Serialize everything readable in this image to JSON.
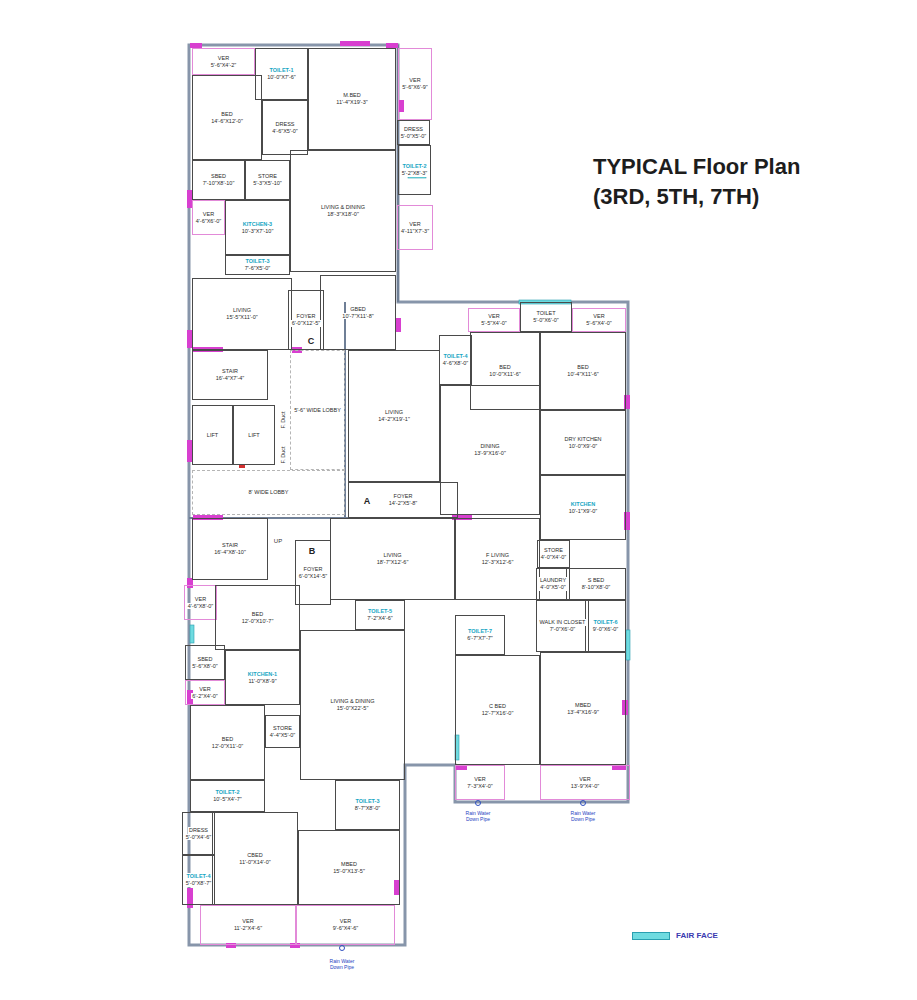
{
  "diagram": {
    "title": "TYPICAL Floor Plan (3RD, 5TH, 7TH)",
    "nodes": [
      {
        "text": [
          "VER",
          "5'-6\"X4'-2\""
        ]
      },
      {
        "text": [
          "TOILET-1",
          "10'-0\"X7'-6\""
        ]
      },
      {
        "text": [
          "M.BED",
          "11'-4\"X19'-3\""
        ]
      },
      {
        "text": [
          "VER",
          "5'-6\"X6'-9\""
        ]
      },
      {
        "text": [
          "BED",
          "14'-6\"X12'-0\""
        ]
      },
      {
        "text": [
          "DRESS",
          "4'-6\"X5'-0\""
        ]
      },
      {
        "text": [
          "DRESS",
          "5'-0\"X5'-0\""
        ]
      },
      {
        "text": [
          "TOILET-2",
          "5'-2\"X8'-3\""
        ]
      },
      {
        "text": [
          "SBED",
          "7'-10\"X8'-10\""
        ]
      },
      {
        "text": [
          "STORE",
          "5'-3\"X5'-10\""
        ]
      },
      {
        "text": [
          "LIVING & DINING",
          "18'-3\"X18'-0\""
        ]
      },
      {
        "text": [
          "VER",
          "4'-6\"X6'-0\""
        ]
      },
      {
        "text": [
          "KITCHEN-3",
          "10'-3\"X7'-10\""
        ]
      },
      {
        "text": [
          "VER",
          "4'-11\"X7'-3\""
        ]
      },
      {
        "text": [
          "TOILET-3",
          "7'-6\"X5'-0\""
        ]
      },
      {
        "text": [
          "LIVING",
          "15'-5\"X11'-0\""
        ]
      },
      {
        "text": [
          "FOYER",
          "6'-0\"X12'-5\""
        ]
      },
      {
        "text": [
          "GBED",
          "10'-7\"X11'-8\""
        ]
      },
      {
        "text": [
          "STAIR",
          "16'-4\"X7'-4\""
        ]
      },
      {
        "text": [
          "LIFT"
        ]
      },
      {
        "text": [
          "LIFT"
        ]
      },
      {
        "text": [
          "5'-6\" WIDE LOBBY"
        ]
      },
      {
        "text": [
          "8' WIDE LOBBY"
        ]
      },
      {
        "text": [
          "STAIR",
          "16'-4\"X8'-10\""
        ]
      },
      {
        "text": [
          "VER",
          "5'-5\"X4'-0\""
        ]
      },
      {
        "text": [
          "TOILET",
          "5'-0\"X6'-0\""
        ]
      },
      {
        "text": [
          "VER",
          "5'-6\"X4'-0\""
        ]
      },
      {
        "text": [
          "TOILET-4",
          "4'-6\"X8'-0\""
        ]
      },
      {
        "text": [
          "BED",
          "10'-0\"X11'-6\""
        ]
      },
      {
        "text": [
          "BED",
          "10'-4\"X11'-6\""
        ]
      },
      {
        "text": [
          "LIVING",
          "14'-2\"X19'-1\""
        ]
      },
      {
        "text": [
          "DINING",
          "13'-9\"X16'-0\""
        ]
      },
      {
        "text": [
          "DRY KITCHEN",
          "10'-0\"X9'-0\""
        ]
      },
      {
        "text": [
          "FOYER",
          "14'-2\"X5'-8\""
        ]
      },
      {
        "text": [
          "KITCHEN",
          "10'-1\"X9'-0\""
        ]
      },
      {
        "text": [
          "FOYER",
          "6'-0\"X14'-5\""
        ]
      },
      {
        "text": [
          "LIVING",
          "18'-7\"X12'-6\""
        ]
      },
      {
        "text": [
          "F LIVING",
          "12'-3\"X12'-6\""
        ]
      },
      {
        "text": [
          "STORE",
          "4'-0\"X4'-0\""
        ]
      },
      {
        "text": [
          "LAUNDRY",
          "4'-0\"X5'-0\""
        ]
      },
      {
        "text": [
          "S BED",
          "8'-10\"X8'-0\""
        ]
      },
      {
        "text": [
          "TOILET-5",
          "7'-2\"X4'-6\""
        ]
      },
      {
        "text": [
          "VER",
          "4'-6\"X8'-0\""
        ]
      },
      {
        "text": [
          "BED",
          "12'-0\"X10'-7\""
        ]
      },
      {
        "text": [
          "SBED",
          "5'-6\"X8'-0\""
        ]
      },
      {
        "text": [
          "KITCHEN-1",
          "11'-0\"X8'-9\""
        ]
      },
      {
        "text": [
          "WALK IN CLOSET",
          "7'-0\"X6'-0\""
        ]
      },
      {
        "text": [
          "TOILET-6",
          "9'-0\"X6'-0\""
        ]
      },
      {
        "text": [
          "TOILET-7",
          "6'-7\"X7'-7\""
        ]
      },
      {
        "text": [
          "LIVING & DINING",
          "15'-0\"X22'-5\""
        ]
      },
      {
        "text": [
          "VER",
          "6'-2\"X4'-0\""
        ]
      },
      {
        "text": [
          "C BED",
          "12'-7\"X16'-0\""
        ]
      },
      {
        "text": [
          "MBED",
          "13'-4\"X16'-9\""
        ]
      },
      {
        "text": [
          "STORE",
          "4'-4\"X5'-0\""
        ]
      },
      {
        "text": [
          "BED",
          "12'-0\"X11'-0\""
        ]
      },
      {
        "text": [
          "VER",
          "7'-3\"X4'-0\""
        ]
      },
      {
        "text": [
          "VER",
          "13'-9\"X4'-0\""
        ]
      },
      {
        "text": [
          "TOILET-2",
          "10'-5\"X4'-7\""
        ]
      },
      {
        "text": [
          "TOILET-3",
          "8'-7\"X8'-0\""
        ]
      },
      {
        "text": [
          "DRESS",
          "5'-0\"X4'-6\""
        ]
      },
      {
        "text": [
          "CBED",
          "11'-0\"X14'-0\""
        ]
      },
      {
        "text": [
          "MBED",
          "15'-0\"X13'-5\""
        ]
      },
      {
        "text": [
          "TOILET-4",
          "5'-0\"X8'-7\""
        ]
      },
      {
        "text": [
          "VER",
          "11'-2\"X4'-6\""
        ]
      },
      {
        "text": [
          "VER",
          "9'-6\"X4'-6\""
        ]
      }
    ],
    "labels": [
      "C",
      "F. Duct",
      "F. Duct",
      "UP",
      "A",
      "B",
      "Rain Water Down Pipe",
      "Rain Water Down Pipe",
      "Rain Water Down Pipe"
    ],
    "legend": [
      {
        "text": "FAIR FACE",
        "color": "#6fdbe0"
      }
    ]
  }
}
